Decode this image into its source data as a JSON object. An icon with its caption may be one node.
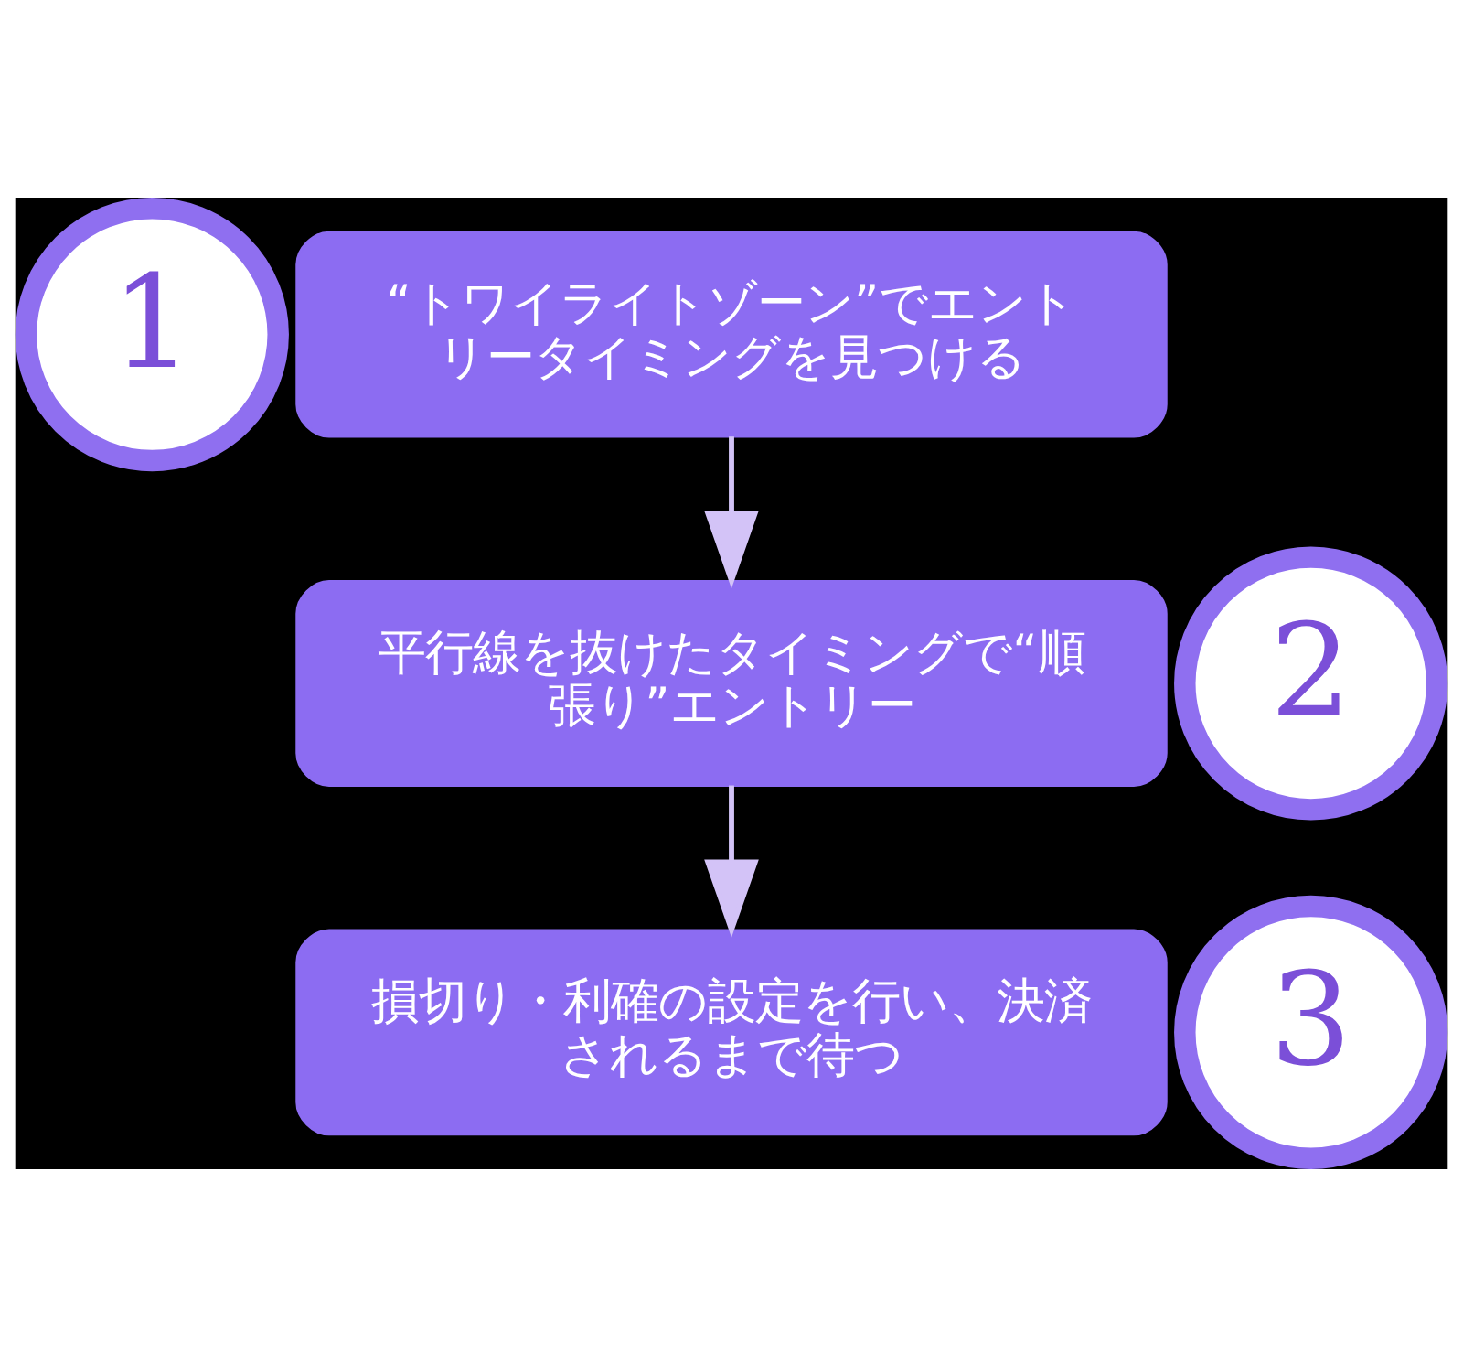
{
  "diagram": {
    "nodes": [
      {
        "text": [
          "1"
        ]
      },
      {
        "text": [
          "“トワイライトゾーン”でエントリータイミングを見つける"
        ]
      },
      {
        "text": [
          "2"
        ]
      },
      {
        "text": [
          "平行線を抜けたタイミングで“順張り”エントリー"
        ]
      },
      {
        "text": [
          "3"
        ]
      },
      {
        "text": [
          "損切り・利確の設定を行い、決済されるまで待つ"
        ]
      }
    ],
    "edges": [
      {
        "from": 1,
        "to": 3,
        "arrow": "to"
      },
      {
        "from": 3,
        "to": 5,
        "arrow": "to"
      }
    ]
  }
}
